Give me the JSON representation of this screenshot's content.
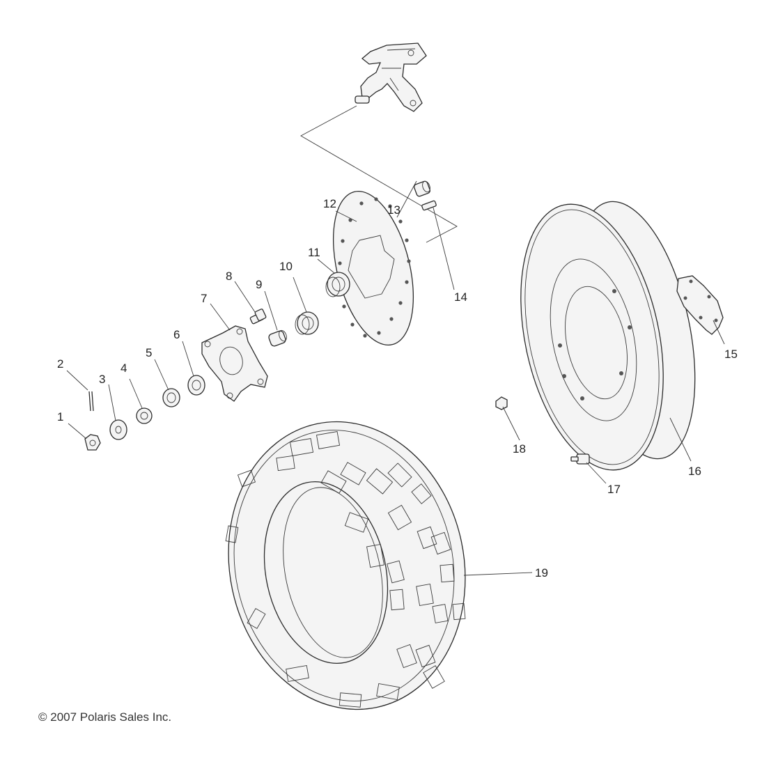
{
  "copyright": "© 2007 Polaris Sales Inc.",
  "callouts": [
    "1",
    "2",
    "3",
    "4",
    "5",
    "6",
    "7",
    "8",
    "9",
    "10",
    "11",
    "12",
    "13",
    "14",
    "15",
    "16",
    "17",
    "18",
    "19"
  ],
  "colors": {
    "line": "#2a2a2a",
    "background": "#ffffff"
  }
}
